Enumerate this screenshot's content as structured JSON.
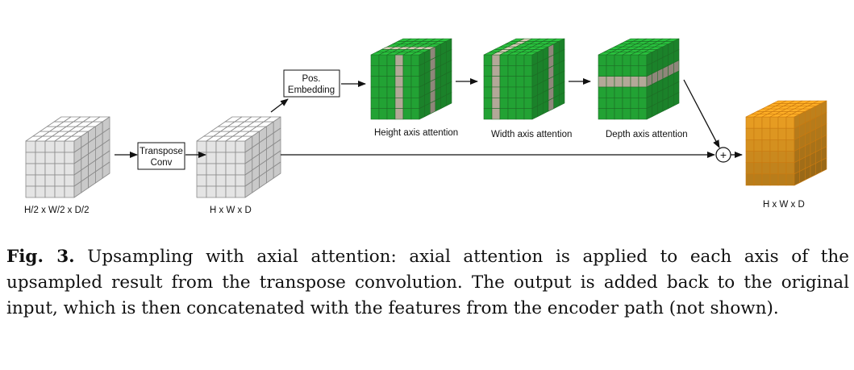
{
  "diagram": {
    "input_label": "H/2 x W/2 x D/2",
    "transpose_line1": "Transpose",
    "transpose_line2": "Conv",
    "upsampled_label": "H x W x D",
    "pos_line1": "Pos.",
    "pos_line2": "Embedding",
    "height_label": "Height axis attention",
    "width_label": "Width axis attention",
    "depth_label": "Depth axis attention",
    "output_label": "H x W x D",
    "plus_symbol": "+"
  },
  "caption": {
    "label": "Fig. 3.",
    "text": "Upsampling with axial attention: axial attention is applied to each axis of the upsampled result from the transpose convolution. The output is added back to the original input, which is then concatenated with the features from the encoder path (not shown)."
  },
  "colors": {
    "gray_face": "#dcdcdc",
    "green": "#22a234",
    "tan": "#b3a898",
    "orange": "#e69c22"
  }
}
